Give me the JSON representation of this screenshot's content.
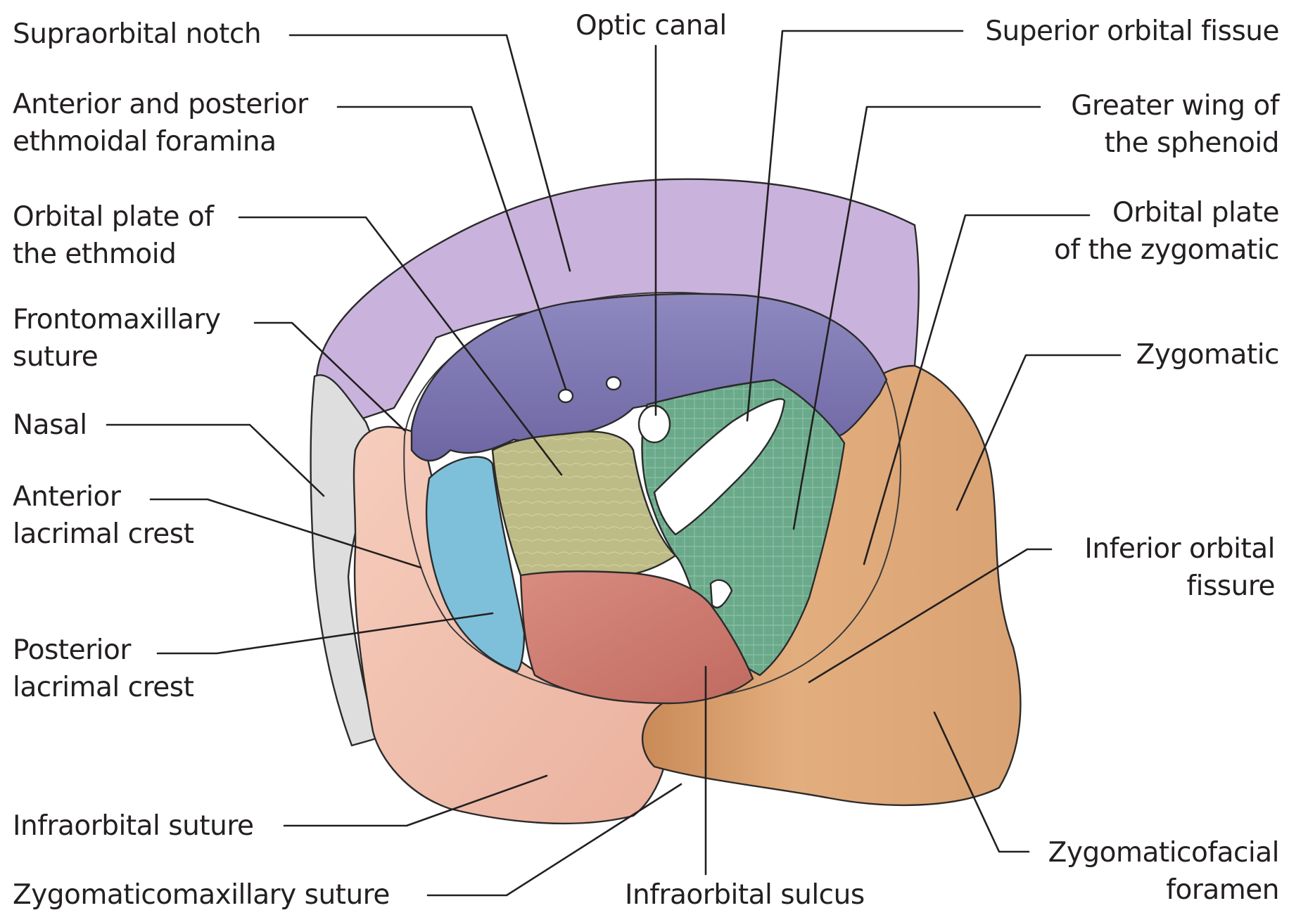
{
  "labels": {
    "supraorbital_notch": [
      "Supraorbital notch"
    ],
    "optic_canal": [
      "Optic canal"
    ],
    "superior_orbital_fissure": [
      "Superior orbital fissue"
    ],
    "ethmoidal_foramina": [
      "Anterior and posterior",
      "ethmoidal foramina"
    ],
    "greater_wing": [
      "Greater wing of",
      "the sphenoid"
    ],
    "orbital_plate_ethmoid": [
      "Orbital plate of",
      "the ethmoid"
    ],
    "orbital_plate_zygomatic": [
      "Orbital plate",
      "of the zygomatic"
    ],
    "frontomaxillary_suture": [
      "Frontomaxillary",
      "suture"
    ],
    "zygomatic": [
      "Zygomatic"
    ],
    "nasal": [
      "Nasal"
    ],
    "anterior_lacrimal_crest": [
      "Anterior",
      "lacrimal crest"
    ],
    "inferior_orbital_fissure": [
      "Inferior orbital",
      "fissure"
    ],
    "posterior_lacrimal_crest": [
      "Posterior",
      "lacrimal crest"
    ],
    "infraorbital_suture": [
      "Infraorbital suture"
    ],
    "zygomaticofacial_foramen": [
      "Zygomaticofacial",
      "foramen"
    ],
    "zygomaticomaxillary_suture": [
      "Zygomaticomaxillary suture"
    ],
    "infraorbital_sulcus": [
      "Infraorbital sulcus"
    ]
  },
  "colors": {
    "frontal": "#c9b3dc",
    "frontal_orbital": "#7d76b0",
    "sphenoid": "#6aa98a",
    "ethmoid": "#bdbb86",
    "lacrimal": "#7ec0da",
    "maxilla_orbital": "#cf7e72",
    "maxilla_face": "#f2c1b0",
    "zygomatic": "#dca676",
    "nasal": "#dedede",
    "line": "#231f20"
  }
}
